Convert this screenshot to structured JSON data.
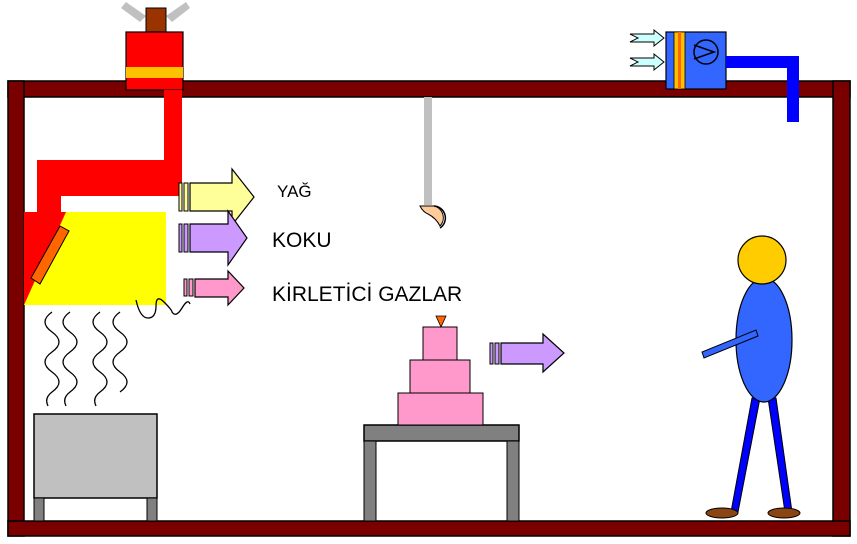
{
  "labels": {
    "grease": "YAĞ",
    "odor": "KOKU",
    "pollutant_gases": "KİRLETİCİ GAZLAR"
  },
  "colors": {
    "room_frame": "#7a0000",
    "hood_body": "#ffff00",
    "exhaust_duct": "#ff0000",
    "fan_band": "#ffc000",
    "fresh_air_unit": "#3366ff",
    "fresh_air_duct": "#0000ff",
    "arrow_grease": "#ffff99",
    "arrow_odor": "#cc99ff",
    "arrow_gas": "#ff99cc",
    "cake": "#ff99cc",
    "stove": "#c0c0c0",
    "table": "#808080",
    "person_body": "#3366ff",
    "person_head": "#ffcc00",
    "lamp_rod": "#c0c0c0",
    "lamp_bulb": "#ffcc99",
    "candle_flame": "#ff6600",
    "shoes": "#8b4513"
  },
  "icons": {
    "exhaust_fan": "exhaust-fan-icon",
    "fresh_air_fan": "fan-icon",
    "light": "ceiling-lamp-icon",
    "person": "person-icon",
    "cake": "layered-cake-icon",
    "stove": "stove-icon",
    "table": "table-icon",
    "heat_waves": "heat-wave-icon"
  }
}
